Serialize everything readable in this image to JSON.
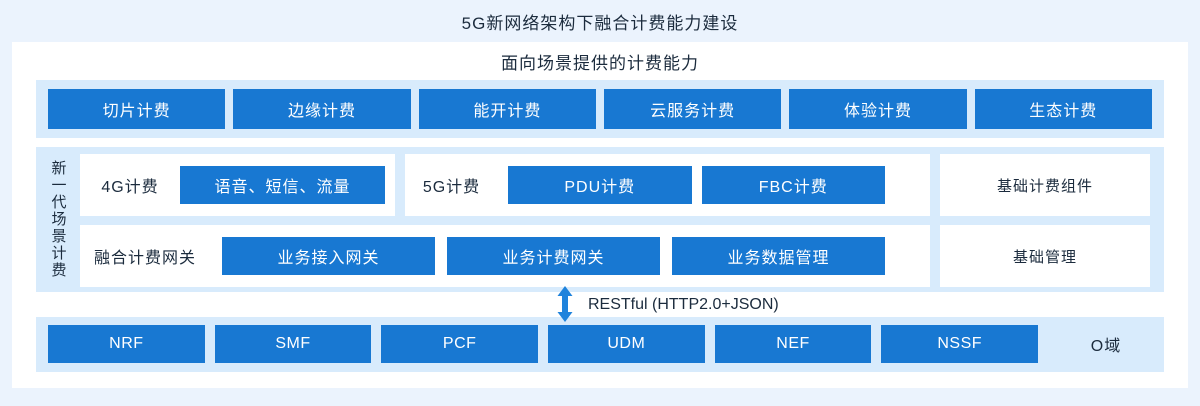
{
  "page": {
    "title": "5G新网络架构下融合计费能力建设"
  },
  "capabilities": {
    "title": "面向场景提供的计费能力",
    "items": [
      "切片计费",
      "边缘计费",
      "能开计费",
      "云服务计费",
      "体验计费",
      "生态计费"
    ]
  },
  "middle": {
    "side_label": "新一代场景计费",
    "group_4g": {
      "label": "4G计费",
      "items": [
        "语音、短信、流量"
      ]
    },
    "group_5g": {
      "label": "5G计费",
      "items": [
        "PDU计费",
        "FBC计费"
      ]
    },
    "base_component_box": "基础计费组件",
    "group_gateway": {
      "label": "融合计费网关",
      "items": [
        "业务接入网关",
        "业务计费网关",
        "业务数据管理"
      ]
    },
    "base_mgmt_box": "基础管理"
  },
  "connector": {
    "label": "RESTful (HTTP2.0+JSON)",
    "arrow": "double-headed-vertical-arrow"
  },
  "network": {
    "items": [
      "NRF",
      "SMF",
      "PCF",
      "UDM",
      "NEF",
      "NSSF"
    ],
    "domain_label": "O域"
  },
  "colors": {
    "accent_blue": "#1878d2",
    "panel_light_blue": "#d8ebfc",
    "page_background": "#ebf3fd",
    "box_white": "#ffffff",
    "text_dark": "#1b2b3d"
  }
}
